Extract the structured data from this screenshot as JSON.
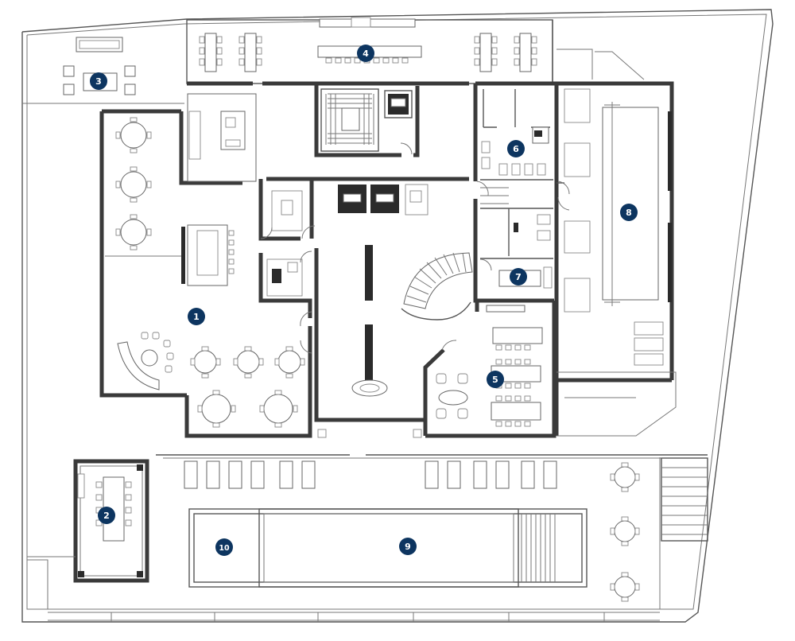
{
  "plan": {
    "room_markers": [
      {
        "id": "room-1",
        "label": "1"
      },
      {
        "id": "room-2",
        "label": "2"
      },
      {
        "id": "room-3",
        "label": "3"
      },
      {
        "id": "room-4",
        "label": "4"
      },
      {
        "id": "room-5",
        "label": "5"
      },
      {
        "id": "room-6",
        "label": "6"
      },
      {
        "id": "room-7",
        "label": "7"
      },
      {
        "id": "room-8",
        "label": "8"
      },
      {
        "id": "room-9",
        "label": "9"
      },
      {
        "id": "room-10",
        "label": "10"
      }
    ],
    "colors": {
      "marker_fill": "#0d3560",
      "marker_text": "#ffffff",
      "wall": "#3a3a3a",
      "line": "#666666"
    }
  }
}
